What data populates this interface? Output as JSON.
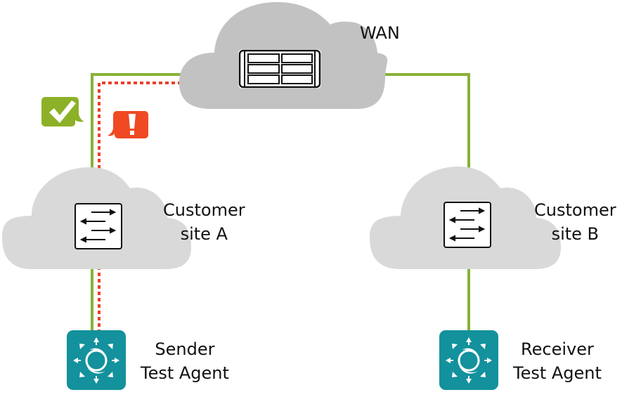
{
  "diagram": {
    "title": "Network test path",
    "nodes": {
      "wan": {
        "label": "WAN",
        "icon": "router-rack-icon"
      },
      "site_a": {
        "label_line1": "Customer",
        "label_line2": "site A",
        "icon": "switch-icon"
      },
      "site_b": {
        "label_line1": "Customer",
        "label_line2": "site B",
        "icon": "switch-icon"
      },
      "sender": {
        "label_line1": "Sender",
        "label_line2": "Test Agent",
        "icon": "test-agent-icon"
      },
      "receiver": {
        "label_line1": "Receiver",
        "label_line2": "Test Agent",
        "icon": "test-agent-icon"
      }
    },
    "status": {
      "ok": {
        "icon": "checkmark-icon",
        "meaning": "path ok",
        "color": "#8cb128"
      },
      "alert": {
        "icon": "exclamation-icon",
        "meaning": "path issue",
        "color": "#ef4a24"
      }
    },
    "colors": {
      "cloud_wan": "#c2c2c2",
      "cloud_site": "#d9d9d9",
      "link_ok": "#86b236",
      "link_issue": "#e8412c",
      "agent": "#13919c"
    }
  }
}
